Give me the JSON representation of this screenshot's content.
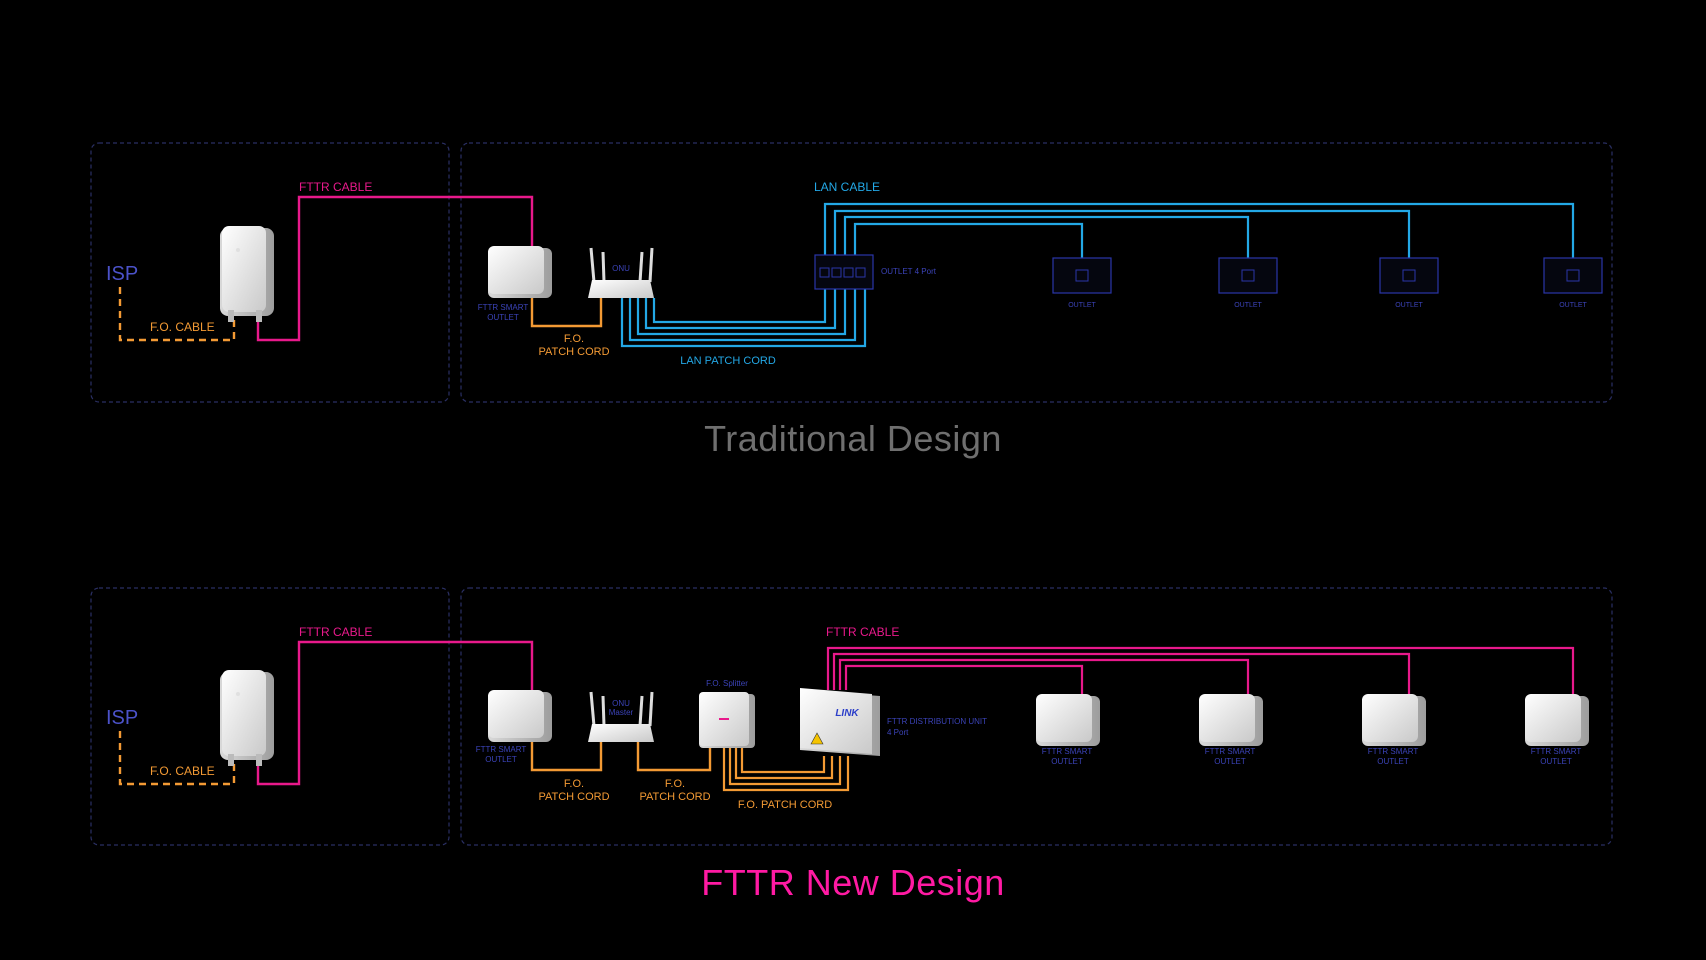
{
  "colors": {
    "background": "#000000",
    "frame": "#2a2f63",
    "fttr": "#e8198b",
    "fo": "#f39a34",
    "lan": "#23a8e6",
    "isp": "#4b52c9",
    "small_label": "#3b43b8",
    "outlet_box": "#2a35a8",
    "title_traditional": "#6f6f6f",
    "title_new": "#ff1aa3"
  },
  "traditional": {
    "title": "Traditional Design",
    "isp": "ISP",
    "fo_cable": "F.O. CABLE",
    "fttr_cable": "FTTR CABLE",
    "smart_outlet": [
      "FTTR SMART",
      "OUTLET"
    ],
    "onu": "ONU",
    "fo_patch_cord": [
      "F.O.",
      "PATCH CORD"
    ],
    "lan_patch_cord": "LAN PATCH CORD",
    "lan_cable": "LAN  CABLE",
    "outlet_4port": "OUTLET 4 Port",
    "outlets": [
      "OUTLET",
      "OUTLET",
      "OUTLET",
      "OUTLET"
    ]
  },
  "new_design": {
    "title": "FTTR New Design",
    "isp": "ISP",
    "fo_cable": "F.O. CABLE",
    "fttr_cable_left": "FTTR CABLE",
    "fttr_cable_right": "FTTR CABLE",
    "smart_outlet": [
      "FTTR SMART",
      "OUTLET"
    ],
    "onu_master": [
      "ONU",
      "Master"
    ],
    "fo_splitter": "F.O. Splitter",
    "fo_patch_cord_1": [
      "F.O.",
      "PATCH CORD"
    ],
    "fo_patch_cord_2": [
      "F.O.",
      "PATCH CORD"
    ],
    "fo_patch_cord_bottom": "F.O. PATCH CORD",
    "distribution_unit": [
      "FTTR DISTRIBUTION  UNIT",
      "4 Port"
    ],
    "logo": "LINK",
    "remote_outlets": [
      [
        "FTTR SMART",
        "OUTLET"
      ],
      [
        "FTTR SMART",
        "OUTLET"
      ],
      [
        "FTTR SMART",
        "OUTLET"
      ],
      [
        "FTTR SMART",
        "OUTLET"
      ]
    ]
  }
}
